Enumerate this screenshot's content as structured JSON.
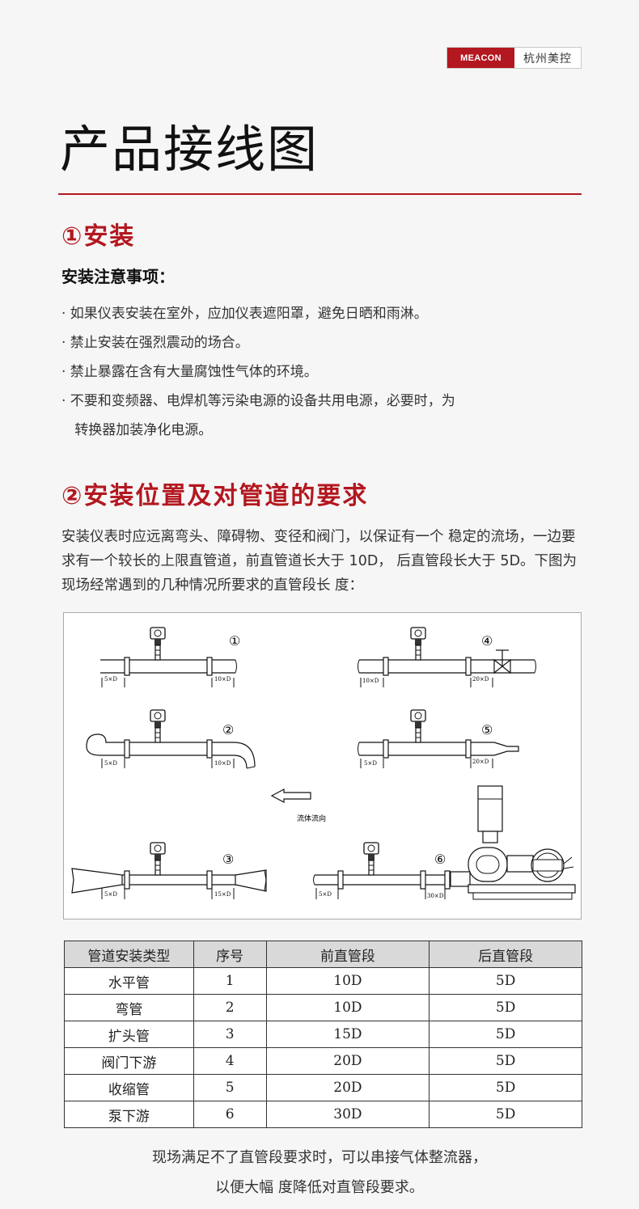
{
  "brand": {
    "logo_text": "MEACON",
    "name": "杭州美控"
  },
  "page_title": "产品接线图",
  "section1": {
    "heading": "①安装",
    "subheading": "安装注意事项：",
    "notes": [
      "· 如果仪表安装在室外，应加仪表遮阳罩，避免日晒和雨淋。",
      "· 禁止安装在强烈震动的场合。",
      "· 禁止暴露在含有大量腐蚀性气体的环境。",
      "· 不要和变频器、电焊机等污染电源的设备共用电源，必要时，为",
      "   转换器加装净化电源。"
    ]
  },
  "section2": {
    "heading": "②安装位置及对管道的要求",
    "paragraph": "安装仪表时应远离弯头、障碍物、变径和阀门，以保证有一个 稳定的流场，一边要求有一个较长的上限直管道，前直管道长大于 10D， 后直管段长大于 5D。下图为现场经常遇到的几种情况所要求的直管段长 度："
  },
  "diagram": {
    "flow_label": "流体流向",
    "cases": [
      {
        "num": "①",
        "left": "5×D",
        "right": "10×D"
      },
      {
        "num": "②",
        "left": "5×D",
        "right": "10×D"
      },
      {
        "num": "③",
        "left": "5×D",
        "right": "15×D"
      },
      {
        "num": "④",
        "left": "10×D",
        "right": "20×D"
      },
      {
        "num": "⑤",
        "left": "5×D",
        "right": "20×D"
      },
      {
        "num": "⑥",
        "left": "5×D",
        "right": "30×D"
      }
    ]
  },
  "table": {
    "headers": [
      "管道安装类型",
      "序号",
      "前直管段",
      "后直管段"
    ],
    "rows": [
      [
        "水平管",
        "1",
        "10D",
        "5D"
      ],
      [
        "弯管",
        "2",
        "10D",
        "5D"
      ],
      [
        "扩头管",
        "3",
        "15D",
        "5D"
      ],
      [
        "阀门下游",
        "4",
        "20D",
        "5D"
      ],
      [
        "收缩管",
        "5",
        "20D",
        "5D"
      ],
      [
        "泵下游",
        "6",
        "30D",
        "5D"
      ]
    ]
  },
  "closing": {
    "line1": "现场满足不了直管段要求时，可以串接气体整流器，",
    "line2": "以便大幅 度降低对直管段要求。"
  }
}
